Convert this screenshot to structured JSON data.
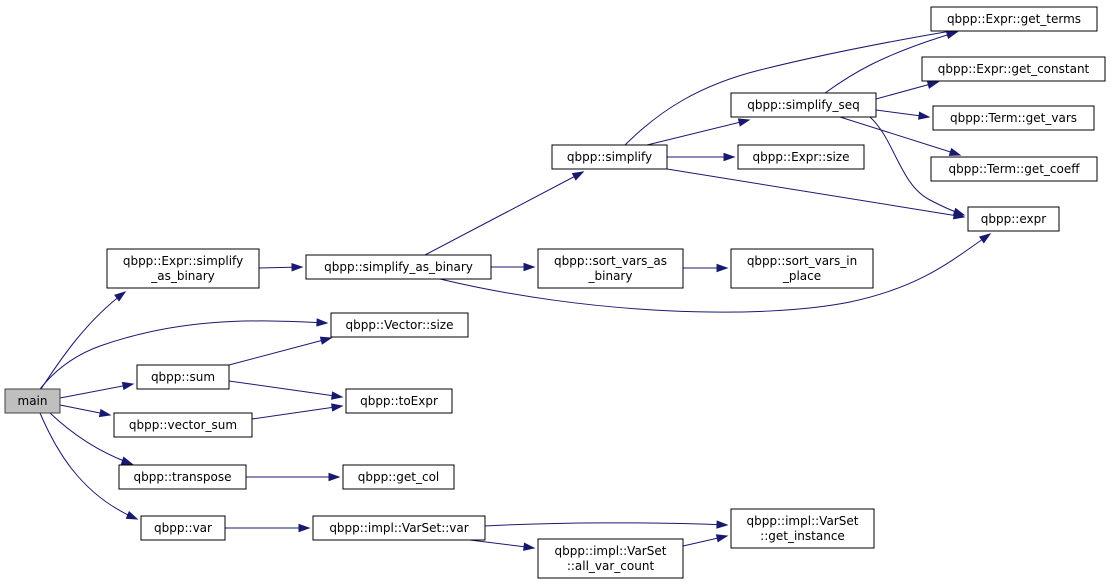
{
  "graph": {
    "nodes": [
      {
        "id": "main",
        "lines": [
          "main"
        ],
        "root": true
      },
      {
        "id": "simplify_as_binary_expr",
        "lines": [
          "qbpp::Expr::simplify",
          "_as_binary"
        ]
      },
      {
        "id": "simplify_as_binary",
        "lines": [
          "qbpp::simplify_as_binary"
        ]
      },
      {
        "id": "simplify",
        "lines": [
          "qbpp::simplify"
        ]
      },
      {
        "id": "simplify_seq",
        "lines": [
          "qbpp::simplify_seq"
        ]
      },
      {
        "id": "expr_get_terms",
        "lines": [
          "qbpp::Expr::get_terms"
        ]
      },
      {
        "id": "expr_get_constant",
        "lines": [
          "qbpp::Expr::get_constant"
        ]
      },
      {
        "id": "term_get_vars",
        "lines": [
          "qbpp::Term::get_vars"
        ]
      },
      {
        "id": "term_get_coeff",
        "lines": [
          "qbpp::Term::get_coeff"
        ]
      },
      {
        "id": "expr_size",
        "lines": [
          "qbpp::Expr::size"
        ]
      },
      {
        "id": "expr",
        "lines": [
          "qbpp::expr"
        ]
      },
      {
        "id": "sort_vars_as_binary",
        "lines": [
          "qbpp::sort_vars_as",
          "_binary"
        ]
      },
      {
        "id": "sort_vars_in_place",
        "lines": [
          "qbpp::sort_vars_in",
          "_place"
        ]
      },
      {
        "id": "vector_size",
        "lines": [
          "qbpp::Vector::size"
        ]
      },
      {
        "id": "sum",
        "lines": [
          "qbpp::sum"
        ]
      },
      {
        "id": "toexpr",
        "lines": [
          "qbpp::toExpr"
        ]
      },
      {
        "id": "vector_sum",
        "lines": [
          "qbpp::vector_sum"
        ]
      },
      {
        "id": "transpose",
        "lines": [
          "qbpp::transpose"
        ]
      },
      {
        "id": "get_col",
        "lines": [
          "qbpp::get_col"
        ]
      },
      {
        "id": "var",
        "lines": [
          "qbpp::var"
        ]
      },
      {
        "id": "varset_var",
        "lines": [
          "qbpp::impl::VarSet::var"
        ]
      },
      {
        "id": "varset_get_instance",
        "lines": [
          "qbpp::impl::VarSet",
          "::get_instance"
        ]
      },
      {
        "id": "varset_all_var_count",
        "lines": [
          "qbpp::impl::VarSet",
          "::all_var_count"
        ]
      }
    ],
    "edges": [
      {
        "from": "main",
        "to": "simplify_as_binary_expr"
      },
      {
        "from": "main",
        "to": "vector_size"
      },
      {
        "from": "main",
        "to": "sum"
      },
      {
        "from": "main",
        "to": "vector_sum"
      },
      {
        "from": "main",
        "to": "transpose"
      },
      {
        "from": "main",
        "to": "var"
      },
      {
        "from": "simplify_as_binary_expr",
        "to": "simplify_as_binary"
      },
      {
        "from": "simplify_as_binary",
        "to": "simplify"
      },
      {
        "from": "simplify_as_binary",
        "to": "sort_vars_as_binary"
      },
      {
        "from": "simplify_as_binary",
        "to": "expr"
      },
      {
        "from": "simplify",
        "to": "simplify_seq"
      },
      {
        "from": "simplify",
        "to": "expr_get_terms"
      },
      {
        "from": "simplify",
        "to": "expr_size"
      },
      {
        "from": "simplify",
        "to": "expr"
      },
      {
        "from": "simplify_seq",
        "to": "expr_get_terms"
      },
      {
        "from": "simplify_seq",
        "to": "expr_get_constant"
      },
      {
        "from": "simplify_seq",
        "to": "term_get_vars"
      },
      {
        "from": "simplify_seq",
        "to": "term_get_coeff"
      },
      {
        "from": "simplify_seq",
        "to": "expr"
      },
      {
        "from": "sort_vars_as_binary",
        "to": "sort_vars_in_place"
      },
      {
        "from": "sum",
        "to": "vector_size"
      },
      {
        "from": "sum",
        "to": "toexpr"
      },
      {
        "from": "vector_sum",
        "to": "toexpr"
      },
      {
        "from": "transpose",
        "to": "get_col"
      },
      {
        "from": "var",
        "to": "varset_var"
      },
      {
        "from": "varset_var",
        "to": "varset_get_instance"
      },
      {
        "from": "varset_var",
        "to": "varset_all_var_count"
      },
      {
        "from": "varset_all_var_count",
        "to": "varset_get_instance"
      }
    ]
  }
}
